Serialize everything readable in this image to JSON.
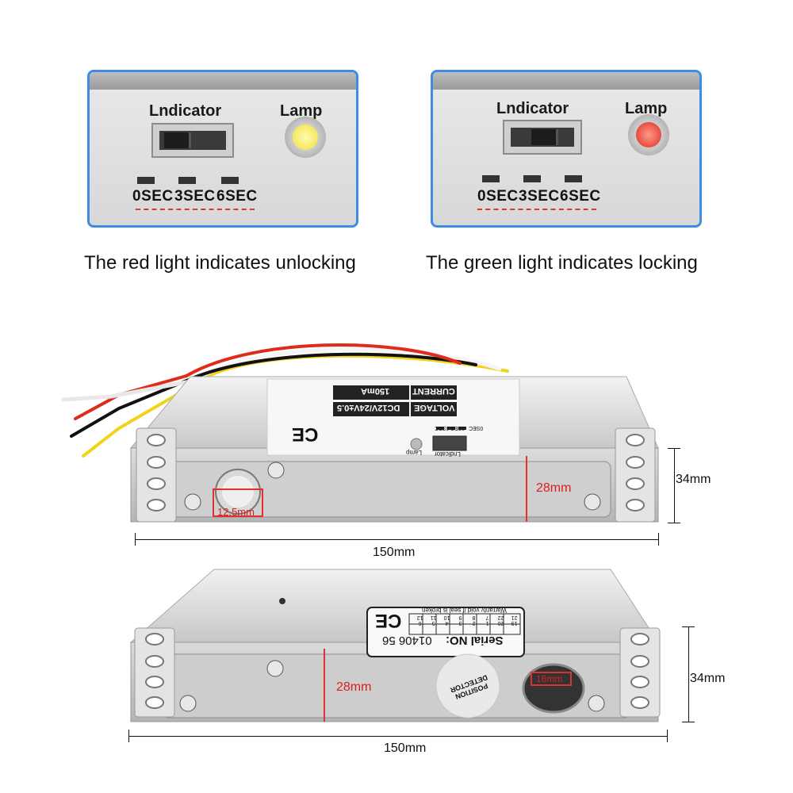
{
  "panels": [
    {
      "indicator_label": "Lndicator",
      "lamp_label": "Lamp",
      "lamp_color": "#f4ea3a",
      "sec_labels": [
        "0SEC",
        "3SEC",
        "6SEC"
      ],
      "caption": "The red light indicates unlocking"
    },
    {
      "indicator_label": "Lndicator",
      "lamp_label": "Lamp",
      "lamp_color": "#e33030",
      "sec_labels": [
        "0SEC",
        "3SEC",
        "6SEC"
      ],
      "caption": "The green light indicates locking"
    }
  ],
  "lock_top": {
    "label": {
      "current_key": "CURRENT",
      "current_value": "150mA",
      "voltage_key": "VOLTAGE",
      "voltage_value": "DC12V/24V±0.5",
      "ce": "CE",
      "lamp": "Lamp",
      "indicator": "Lndicator",
      "secs": [
        "0SEC",
        "3SEC",
        "6SEC"
      ]
    },
    "bolt_diameter": "12.5mm",
    "height": "28mm",
    "depth": "34mm",
    "length": "150mm"
  },
  "lock_bottom": {
    "label": {
      "ce": "CE",
      "warranty": "Warranty void if seal is broken",
      "serial_label": "Serial NO:",
      "serial_value": "01406 56",
      "grid": [
        "19",
        "20",
        "1",
        "2",
        "3",
        "4",
        "5",
        "6",
        "21",
        "22",
        "7",
        "8",
        "9",
        "10",
        "11",
        "12"
      ]
    },
    "detector": "POSITION DETECTOR",
    "hole_diameter": "16mm",
    "height": "28mm",
    "depth": "34mm",
    "length": "150mm"
  },
  "colors": {
    "panel_border": "#3d8ee0",
    "wire_red": "#e02a1a",
    "wire_black": "#111111",
    "wire_yellow": "#f0d31a",
    "wire_white": "#f5f5f5",
    "dimension_red": "#d82020"
  }
}
